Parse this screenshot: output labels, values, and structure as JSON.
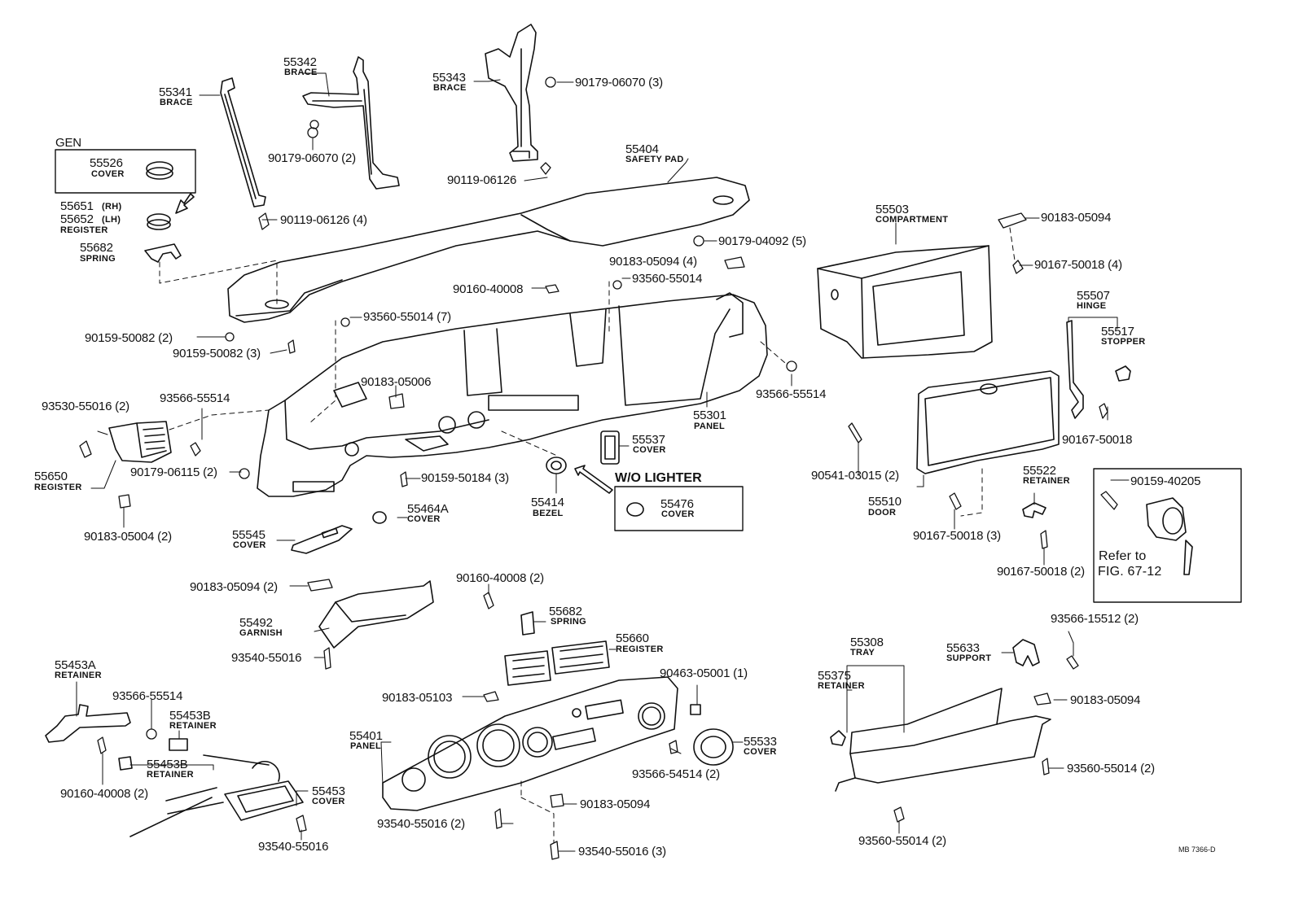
{
  "callouts": {
    "b55341": {
      "num": "55341",
      "name": "BRACE"
    },
    "b55342": {
      "num": "55342",
      "name": "BRACE"
    },
    "b55343": {
      "num": "55343",
      "name": "BRACE"
    },
    "gen": "GEN",
    "c55526": {
      "num": "55526",
      "name": "COVER"
    },
    "r55651": "55651",
    "r55651_side": "(RH)",
    "r55652": "55652",
    "r55652_side": "(LH)",
    "r5565x_name": "REGISTER",
    "s55682": {
      "num": "55682",
      "name": "SPRING"
    },
    "p55404": {
      "num": "55404",
      "name": "SAFETY PAD"
    },
    "c55503": {
      "num": "55503",
      "name": "COMPARTMENT"
    },
    "h55507": {
      "num": "55507",
      "name": "HINGE"
    },
    "st55517": {
      "num": "55517",
      "name": "STOPPER"
    },
    "p55301": {
      "num": "55301",
      "name": "PANEL"
    },
    "c55537": {
      "num": "55537",
      "name": "COVER"
    },
    "wo_lighter": "W/O LIGHTER",
    "c55476": {
      "num": "55476",
      "name": "COVER"
    },
    "bz55414": {
      "num": "55414",
      "name": "BEZEL"
    },
    "r55650": {
      "num": "55650",
      "name": "REGISTER"
    },
    "c55464a": {
      "num": "55464A",
      "name": "COVER"
    },
    "c55545": {
      "num": "55545",
      "name": "COVER"
    },
    "d55510": {
      "num": "55510",
      "name": "DOOR"
    },
    "rt55522": {
      "num": "55522",
      "name": "RETAINER"
    },
    "refer_to": "Refer to",
    "fig_ref": "FIG. 67-12",
    "g55492": {
      "num": "55492",
      "name": "GARNISH"
    },
    "s55682b": {
      "num": "55682",
      "name": "SPRING"
    },
    "r55660": {
      "num": "55660",
      "name": "REGISTER"
    },
    "rt55453a": {
      "num": "55453A",
      "name": "RETAINER"
    },
    "rt55453b_1": {
      "num": "55453B",
      "name": "RETAINER"
    },
    "rt55453b_2": {
      "num": "55453B",
      "name": "RETAINER"
    },
    "c55453": {
      "num": "55453",
      "name": "COVER"
    },
    "p55401": {
      "num": "55401",
      "name": "PANEL"
    },
    "c55533": {
      "num": "55533",
      "name": "COVER"
    },
    "t55308": {
      "num": "55308",
      "name": "TRAY"
    },
    "rt55375": {
      "num": "55375",
      "name": "RETAINER"
    },
    "sp55633": {
      "num": "55633",
      "name": "SUPPORT"
    }
  },
  "fasteners": {
    "f01": "90179-06070 (3)",
    "f02": "90179-06070 (2)",
    "f03": "90119-06126",
    "f04": "90119-06126 (4)",
    "f05": "90183-05094",
    "f06": "90179-04092 (5)",
    "f07": "90183-05094 (4)",
    "f08": "90167-50018 (4)",
    "f09": "90160-40008",
    "f10": "93560-55014",
    "f11": "93560-55014 (7)",
    "f12": "90159-50082 (2)",
    "f13": "90159-50082 (3)",
    "f14": "93566-55514",
    "f15": "90183-05006",
    "f16": "93530-55016 (2)",
    "f17": "93566-55514",
    "f18": "90179-06115 (2)",
    "f19": "90159-50184 (3)",
    "f20": "90183-05004 (2)",
    "f21": "90167-50018",
    "f22": "90541-03015 (2)",
    "f23": "90159-40205",
    "f24": "90167-50018 (3)",
    "f25": "90167-50018 (2)",
    "f26": "90183-05094 (2)",
    "f27": "90160-40008 (2)",
    "f28": "93540-55016",
    "f29": "93566-55514",
    "f30": "90160-40008 (2)",
    "f31": "93540-55016",
    "f32": "90183-05103",
    "f33": "90463-05001 (1)",
    "f34": "93566-54514 (2)",
    "f35": "93540-55016 (2)",
    "f36": "90183-05094",
    "f37": "93540-55016 (3)",
    "f38": "93566-15512 (2)",
    "f39": "90183-05094",
    "f40": "93560-55014 (2)",
    "f41": "93560-55014 (2)"
  },
  "footer_code": "MB  7366-D"
}
